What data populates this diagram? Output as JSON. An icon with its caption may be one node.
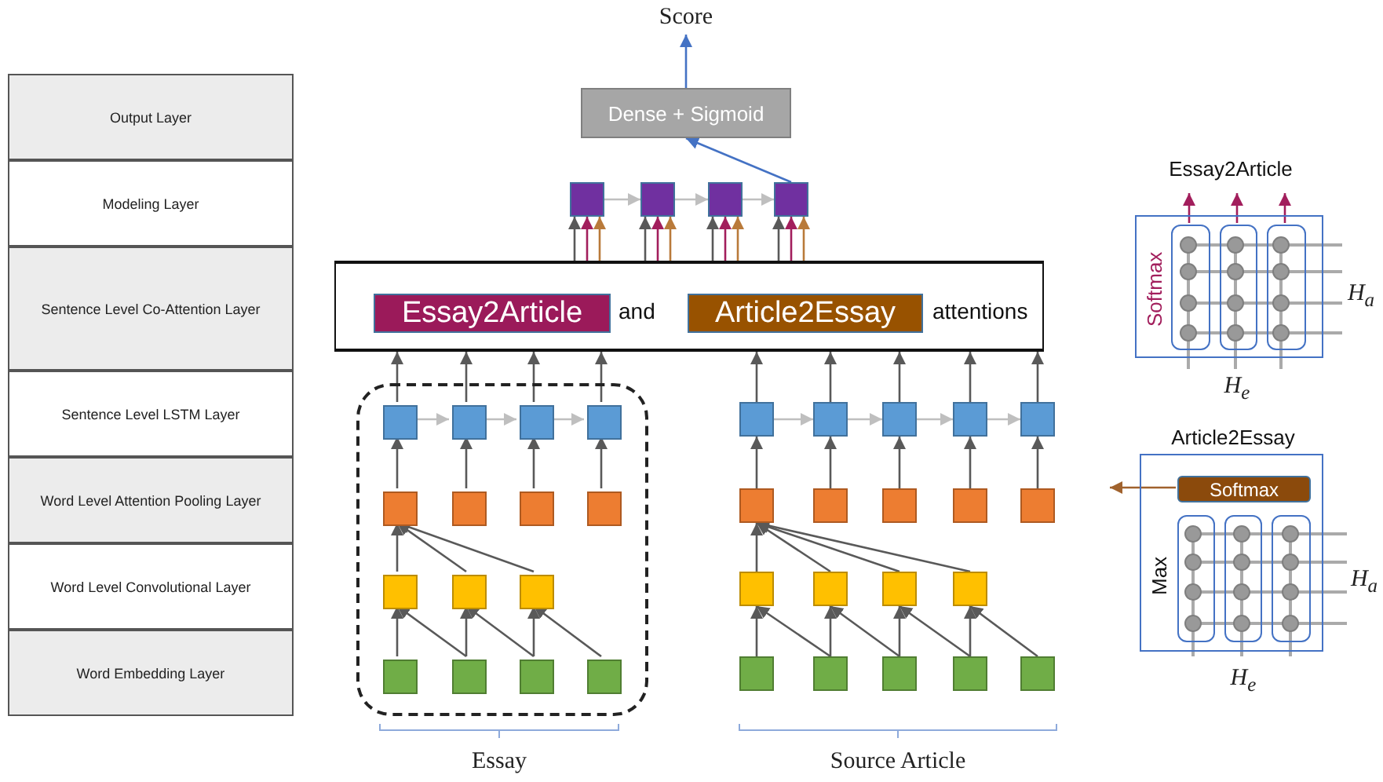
{
  "diagram": {
    "nodes": [
      {
        "text": [
          "Output Layer"
        ]
      },
      {
        "text": [
          "Modeling Layer"
        ]
      },
      {
        "text": [
          "Sentence Level Co-Attention Layer"
        ]
      },
      {
        "text": [
          "Sentence Level LSTM Layer"
        ]
      },
      {
        "text": [
          "Word Level Attention Pooling Layer"
        ]
      },
      {
        "text": [
          "Word Level Convolutional Layer"
        ]
      },
      {
        "text": [
          "Word Embedding Layer"
        ]
      },
      {
        "text": [
          "Score"
        ]
      },
      {
        "text": [
          "Dense + Sigmoid"
        ]
      },
      {
        "text": [],
        "shape": "box"
      },
      {
        "text": [],
        "shape": "box"
      },
      {
        "text": [],
        "shape": "box"
      },
      {
        "text": [],
        "shape": "box"
      },
      {
        "text": [
          "and",
          "attentions"
        ]
      },
      {
        "text": [
          "Essay2Article"
        ],
        "in": 13
      },
      {
        "text": [
          "Article2Essay"
        ],
        "in": 13
      },
      {
        "text": [],
        "shape": "box"
      },
      {
        "text": [],
        "shape": "box",
        "in": 16
      },
      {
        "text": [],
        "shape": "box",
        "in": 16
      },
      {
        "text": [],
        "shape": "box",
        "in": 16
      },
      {
        "text": [],
        "shape": "box",
        "in": 16
      },
      {
        "text": [],
        "shape": "box",
        "in": 16
      },
      {
        "text": [],
        "shape": "box",
        "in": 16
      },
      {
        "text": [],
        "shape": "box",
        "in": 16
      },
      {
        "text": [],
        "shape": "box",
        "in": 16
      },
      {
        "text": [],
        "shape": "box",
        "in": 16
      },
      {
        "text": [],
        "shape": "box",
        "in": 16
      },
      {
        "text": [],
        "shape": "box",
        "in": 16
      },
      {
        "text": [],
        "shape": "box",
        "in": 16
      },
      {
        "text": [],
        "shape": "box",
        "in": 16
      },
      {
        "text": [],
        "shape": "box",
        "in": 16
      },
      {
        "text": [],
        "shape": "box",
        "in": 16
      },
      {
        "text": [],
        "shape": "box"
      },
      {
        "text": [],
        "shape": "box"
      },
      {
        "text": [],
        "shape": "box"
      },
      {
        "text": [],
        "shape": "box"
      },
      {
        "text": [],
        "shape": "box"
      },
      {
        "text": [],
        "shape": "box"
      },
      {
        "text": [],
        "shape": "box"
      },
      {
        "text": [],
        "shape": "box"
      },
      {
        "text": [],
        "shape": "box"
      },
      {
        "text": [],
        "shape": "box"
      },
      {
        "text": [],
        "shape": "box"
      },
      {
        "text": [],
        "shape": "box"
      },
      {
        "text": [],
        "shape": "box"
      },
      {
        "text": [],
        "shape": "box"
      },
      {
        "text": [],
        "shape": "box"
      },
      {
        "text": [],
        "shape": "box"
      },
      {
        "text": [],
        "shape": "box"
      },
      {
        "text": [],
        "shape": "box"
      },
      {
        "text": [],
        "shape": "box"
      },
      {
        "text": [
          "Essay2Article",
          "Softmax"
        ]
      },
      {
        "text": [],
        "shape": "box",
        "in": 51
      },
      {
        "text": [],
        "shape": "box",
        "in": 51
      },
      {
        "text": [],
        "shape": "box",
        "in": 51
      },
      {
        "text": [
          "Article2Essay",
          "Max"
        ]
      },
      {
        "text": [
          "Softmax"
        ],
        "in": 55
      },
      {
        "text": [],
        "shape": "box",
        "in": 55
      },
      {
        "text": [],
        "shape": "box",
        "in": 55
      },
      {
        "text": [],
        "shape": "box",
        "in": 55
      }
    ],
    "edges": [
      {
        "from": 8,
        "to": 7,
        "arrow": "to",
        "color": "#4472c4"
      },
      {
        "from": 12,
        "to": 8,
        "arrow": "to",
        "color": "#4472c4"
      },
      {
        "from": 9,
        "to": 10,
        "arrow": "to",
        "color": "#bfbfbf"
      },
      {
        "from": 10,
        "to": 11,
        "arrow": "to",
        "color": "#bfbfbf"
      },
      {
        "from": 11,
        "to": 12,
        "arrow": "to",
        "color": "#bfbfbf"
      },
      {
        "from": 13,
        "to": 9,
        "arrow": "to"
      },
      {
        "from": 13,
        "to": 9,
        "arrow": "to",
        "color": "#a21e5c"
      },
      {
        "from": 13,
        "to": 9,
        "arrow": "to",
        "color": "#b97a3a"
      },
      {
        "from": 13,
        "to": 10,
        "arrow": "to"
      },
      {
        "from": 13,
        "to": 10,
        "arrow": "to",
        "color": "#a21e5c"
      },
      {
        "from": 13,
        "to": 10,
        "arrow": "to",
        "color": "#b97a3a"
      },
      {
        "from": 13,
        "to": 11,
        "arrow": "to"
      },
      {
        "from": 13,
        "to": 11,
        "arrow": "to",
        "color": "#a21e5c"
      },
      {
        "from": 13,
        "to": 11,
        "arrow": "to",
        "color": "#b97a3a"
      },
      {
        "from": 13,
        "to": 12,
        "arrow": "to"
      },
      {
        "from": 13,
        "to": 12,
        "arrow": "to",
        "color": "#a21e5c"
      },
      {
        "from": 13,
        "to": 12,
        "arrow": "to",
        "color": "#b97a3a"
      },
      {
        "from": 17,
        "to": 13,
        "arrow": "to"
      },
      {
        "from": 18,
        "to": 13,
        "arrow": "to"
      },
      {
        "from": 19,
        "to": 13,
        "arrow": "to"
      },
      {
        "from": 20,
        "to": 13,
        "arrow": "to"
      },
      {
        "from": 32,
        "to": 13,
        "arrow": "to"
      },
      {
        "from": 33,
        "to": 13,
        "arrow": "to"
      },
      {
        "from": 34,
        "to": 13,
        "arrow": "to"
      },
      {
        "from": 35,
        "to": 13,
        "arrow": "to"
      },
      {
        "from": 36,
        "to": 13,
        "arrow": "to"
      },
      {
        "from": 17,
        "to": 18,
        "arrow": "to",
        "color": "#bfbfbf"
      },
      {
        "from": 18,
        "to": 19,
        "arrow": "to",
        "color": "#bfbfbf"
      },
      {
        "from": 19,
        "to": 20,
        "arrow": "to",
        "color": "#bfbfbf"
      },
      {
        "from": 32,
        "to": 33,
        "arrow": "to",
        "color": "#bfbfbf"
      },
      {
        "from": 33,
        "to": 34,
        "arrow": "to",
        "color": "#bfbfbf"
      },
      {
        "from": 34,
        "to": 35,
        "arrow": "to",
        "color": "#bfbfbf"
      },
      {
        "from": 35,
        "to": 36,
        "arrow": "to",
        "color": "#bfbfbf"
      },
      {
        "from": 21,
        "to": 17,
        "arrow": "to"
      },
      {
        "from": 22,
        "to": 18,
        "arrow": "to"
      },
      {
        "from": 23,
        "to": 19,
        "arrow": "to"
      },
      {
        "from": 24,
        "to": 20,
        "arrow": "to"
      },
      {
        "from": 37,
        "to": 32,
        "arrow": "to"
      },
      {
        "from": 38,
        "to": 33,
        "arrow": "to"
      },
      {
        "from": 39,
        "to": 34,
        "arrow": "to"
      },
      {
        "from": 40,
        "to": 35,
        "arrow": "to"
      },
      {
        "from": 41,
        "to": 36,
        "arrow": "to"
      },
      {
        "from": 25,
        "to": 21,
        "arrow": "to"
      },
      {
        "from": 26,
        "to": 21,
        "arrow": "to"
      },
      {
        "from": 27,
        "to": 21,
        "arrow": "to"
      },
      {
        "from": 42,
        "to": 37,
        "arrow": "to"
      },
      {
        "from": 43,
        "to": 37,
        "arrow": "to"
      },
      {
        "from": 44,
        "to": 37,
        "arrow": "to"
      },
      {
        "from": 45,
        "to": 37,
        "arrow": "to"
      },
      {
        "from": 28,
        "to": 25,
        "arrow": "to"
      },
      {
        "from": 29,
        "to": 25,
        "arrow": "to"
      },
      {
        "from": 29,
        "to": 26,
        "arrow": "to"
      },
      {
        "from": 30,
        "to": 26,
        "arrow": "to"
      },
      {
        "from": 30,
        "to": 27,
        "arrow": "to"
      },
      {
        "from": 31,
        "to": 27,
        "arrow": "to"
      },
      {
        "from": 46,
        "to": 42,
        "arrow": "to"
      },
      {
        "from": 47,
        "to": 42,
        "arrow": "to"
      },
      {
        "from": 47,
        "to": 43,
        "arrow": "to"
      },
      {
        "from": 48,
        "to": 43,
        "arrow": "to"
      },
      {
        "from": 48,
        "to": 44,
        "arrow": "to"
      },
      {
        "from": 49,
        "to": 44,
        "arrow": "to"
      },
      {
        "from": 49,
        "to": 45,
        "arrow": "to"
      },
      {
        "from": 50,
        "to": 45,
        "arrow": "to"
      },
      {
        "from": 52,
        "to": null,
        "arrow": "to",
        "color": "#a21e5c"
      },
      {
        "from": 53,
        "to": null,
        "arrow": "to",
        "color": "#a21e5c"
      },
      {
        "from": 54,
        "to": null,
        "arrow": "to",
        "color": "#a21e5c"
      },
      {
        "from": 56,
        "to": null,
        "arrow": "to",
        "color": "#a0622d"
      }
    ],
    "labels": [
      "Essay",
      "Source Article",
      "H$_{a}$",
      "H$_{e}$",
      "H$_{a}$",
      "H$_{e}$"
    ]
  }
}
